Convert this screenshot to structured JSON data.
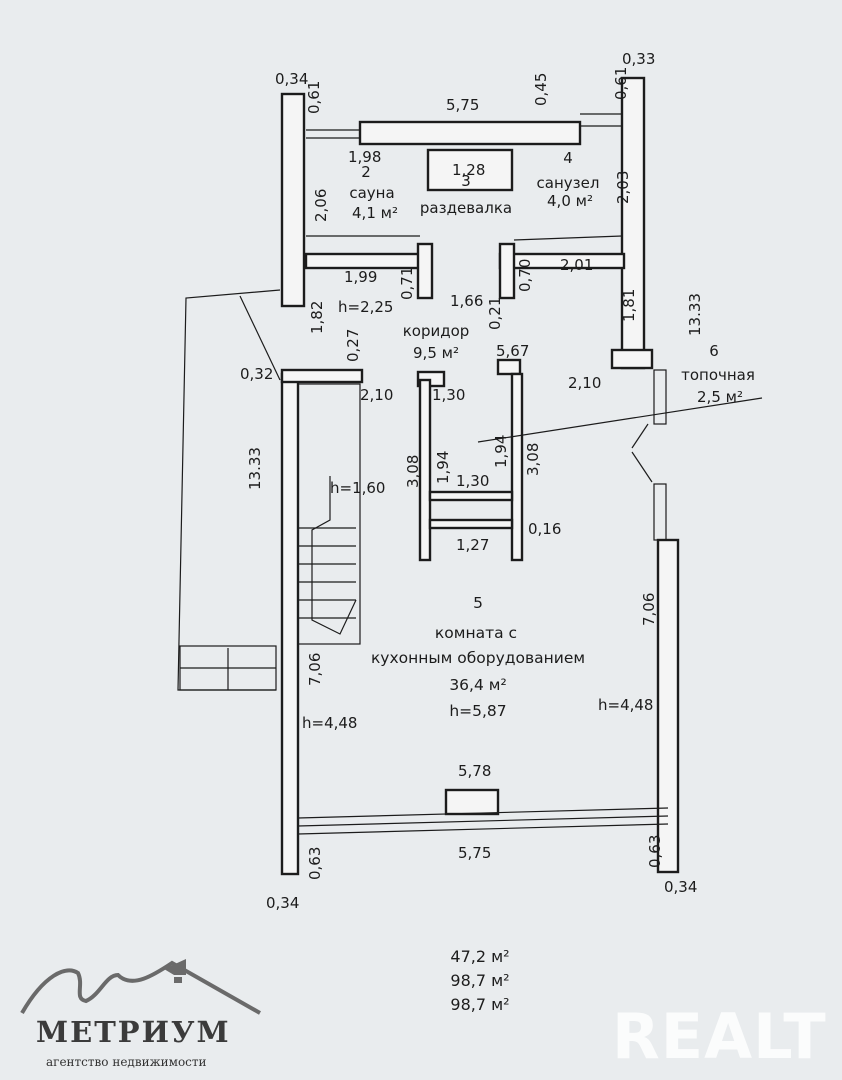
{
  "rooms": [
    {
      "num": "2",
      "name": "сауна",
      "area": "4,1 м²"
    },
    {
      "num": "3",
      "name": "раздевалка"
    },
    {
      "num": "4",
      "name": "санузел",
      "area": "4,0 м²"
    },
    {
      "name": "коридор",
      "area": "9,5 м²"
    },
    {
      "num": "5",
      "name_l1": "комната с",
      "name_l2": "кухонным оборудованием",
      "area": "36,4 м²",
      "height": "h=5,87"
    },
    {
      "num": "6",
      "name": "топочная",
      "area": "2,5 м²"
    }
  ],
  "heights": {
    "corridor": "h=2,25",
    "stair": "h=1,60",
    "left": "h=4,48",
    "right": "h=4,48"
  },
  "dimensions": {
    "top_left_thick": "0,34",
    "top_left_offset": "0,61",
    "top_width": "5,75",
    "top_gap": "0,45",
    "top_right_offset": "0,61",
    "top_right_thick": "0,33",
    "sauna_w": "1,98",
    "sauna_h": "2,06",
    "dressing_w": "1,28",
    "wc_h": "2,03",
    "corr_left_w": "1,99",
    "corr_wall_a": "0,71",
    "corr_mid": "1,66",
    "corr_wall_b": "0,70",
    "corr_right_w": "2,01",
    "corr_left_h": "1,82",
    "corr_right_h": "1,81",
    "wall_027": "0,27",
    "wall_021": "0,21",
    "total_h_left": "13.33",
    "total_h_right": "13.33",
    "left_thick_032": "0,32",
    "stair_w": "2,10",
    "col_left_w": "1,30",
    "col_right_label": "5,67",
    "corr_h_right": "2,10",
    "pillar_h_left": "3,08",
    "pillar_inner_left": "1,94",
    "pillar_inner_w": "1,30",
    "pillar_inner_right": "1,94",
    "pillar_h_right": "3,08",
    "pillar_bottom_w": "1,27",
    "pillar_thick": "0,16",
    "room_h_left": "7,06",
    "room_h_right": "7,06",
    "window_w": "5,78",
    "bottom_w": "5,75",
    "bottom_left_offset": "0,63",
    "bottom_right_offset": "0,63",
    "bottom_left_thick": "0,34",
    "bottom_right_thick": "0,34"
  },
  "totals": [
    "47,2 м²",
    "98,7 м²",
    "98,7 м²"
  ],
  "logo": {
    "name": "МЕТРИУМ",
    "tagline": "агентство недвижимости"
  },
  "watermark": "REALT",
  "colors": {
    "paper": "#e9ecee",
    "ink": "#1c1c1c"
  }
}
